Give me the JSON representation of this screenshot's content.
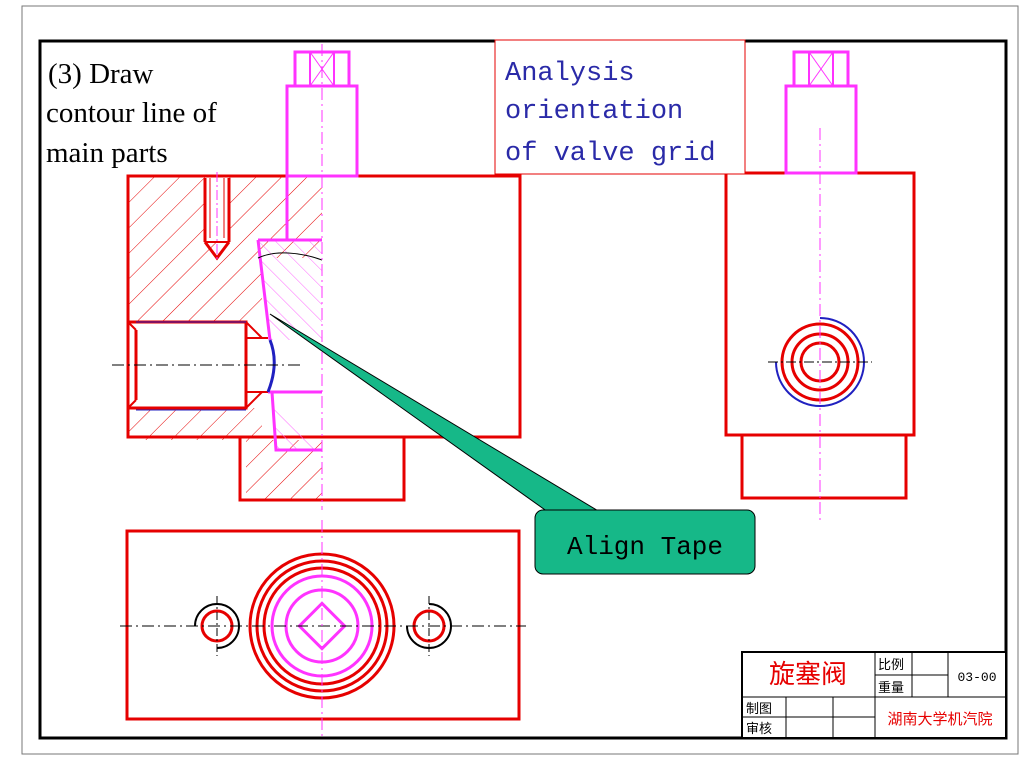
{
  "heading": {
    "line1": "(3)  Draw",
    "line2": "contour line of",
    "line3": "main parts"
  },
  "analysis_box": {
    "line1": "Analysis",
    "line2": "orientation",
    "line3": "of valve grid"
  },
  "callout": {
    "label": "Align Tape"
  },
  "title_block": {
    "drawing_name": "旋塞阀",
    "scale_label": "比例",
    "weight_label": "重量",
    "drawing_number": "03-00",
    "drawn_by_label": "制图",
    "checked_by_label": "审核",
    "institution": "湖南大学机汽院"
  },
  "colors": {
    "part_outline": "#e60000",
    "valve_plug": "#ff33ff",
    "center_line": "#ff33ff",
    "contour_blue": "#2020c0",
    "callout_fill": "#16b888",
    "analysis_text": "#2a2aa8",
    "frame": "#000000"
  }
}
